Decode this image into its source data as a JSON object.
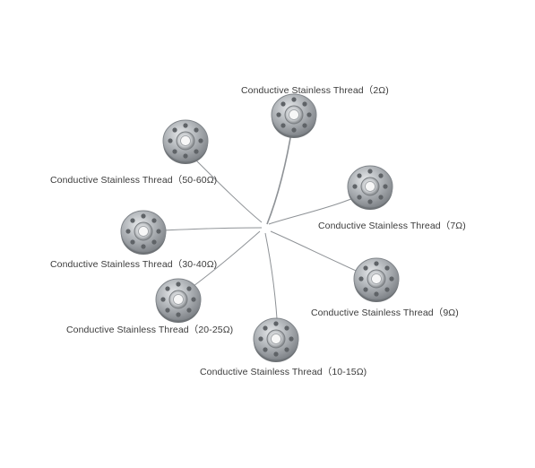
{
  "labels": [
    "Conductive Stainless Thread（2Ω)",
    "Conductive Stainless Thread（50-60Ω)",
    "Conductive Stainless Thread（7Ω)",
    "Conductive Stainless Thread（30-40Ω)",
    "Conductive Stainless Thread（9Ω)",
    "Conductive Stainless Thread（20-25Ω)",
    "Conductive Stainless Thread（10-15Ω)"
  ],
  "colors": {
    "background": "#ffffff",
    "bobbin_metal": "#a9adb2",
    "thread": "#8e9296"
  }
}
